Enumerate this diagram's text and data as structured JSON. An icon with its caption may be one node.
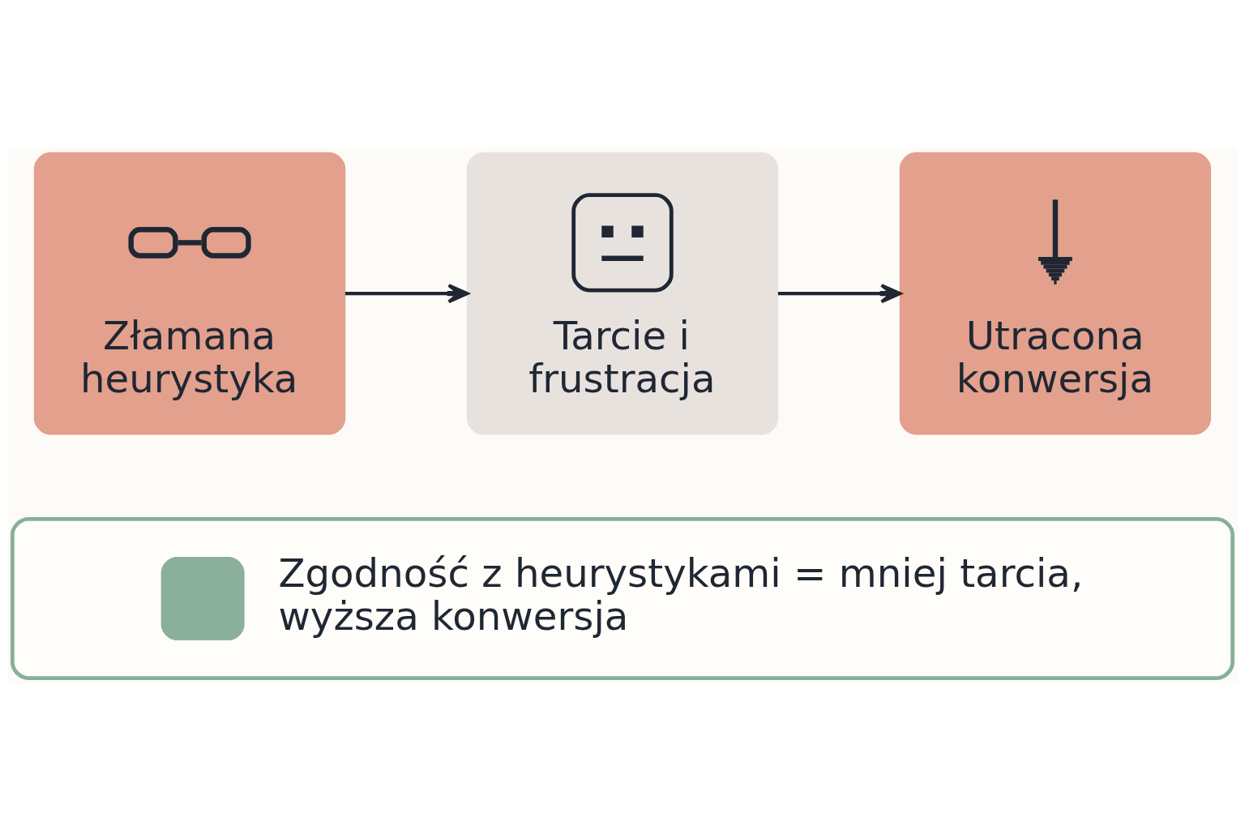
{
  "diagram": {
    "nodes": [
      {
        "text": [
          "Złamana heurystyka"
        ]
      },
      {
        "text": [
          "Tarcie i frustracja"
        ]
      },
      {
        "text": [
          "Utracona konwersja"
        ]
      },
      {
        "text": [
          "Zgodność z heurystykami = mniej tarcia, wyższa konwersja"
        ]
      }
    ],
    "edges": [
      {
        "from": 0,
        "to": 1,
        "arrow": "to"
      },
      {
        "from": 1,
        "to": 2,
        "arrow": "to"
      }
    ]
  }
}
